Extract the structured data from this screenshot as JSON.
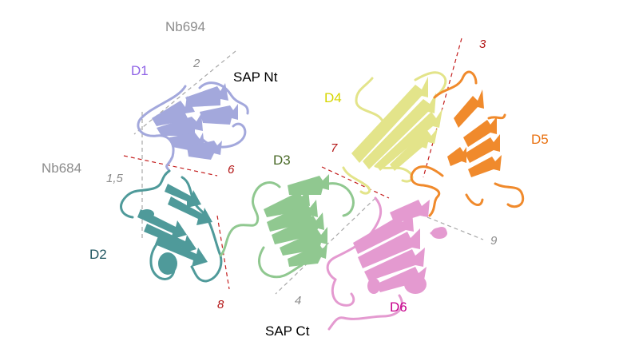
{
  "colors": {
    "d1": "#a3a8dc",
    "d2": "#4f9a9a",
    "d3": "#90c890",
    "d4": "#e3e48a",
    "d5": "#f08a2c",
    "d6": "#e49ad0",
    "d1_label": "#8f63e6",
    "d2_label": "#1f5560",
    "d3_label": "#4a6a28",
    "d4_label": "#d6d600",
    "d5_label": "#e9700f",
    "d6_label": "#c7008c",
    "grey_text": "#8c8c8c",
    "red_text": "#b21414",
    "grey_line": "#a8a8a8",
    "red_line": "#c41e1e"
  },
  "labels": {
    "nanobodies": {
      "nb694": "Nb694",
      "nb684": "Nb684"
    },
    "termini": {
      "n_terminus": "SAP Nt",
      "c_terminus": "SAP Ct"
    },
    "domains": {
      "d1": "D1",
      "d2": "D2",
      "d3": "D3",
      "d4": "D4",
      "d5": "D5",
      "d6": "D6"
    },
    "interfaces": {
      "grey": {
        "i2": "2",
        "i15": "1,5",
        "i4": "4",
        "i9": "9"
      },
      "red": {
        "i3": "3",
        "i6": "6",
        "i7": "7",
        "i8": "8"
      }
    }
  }
}
